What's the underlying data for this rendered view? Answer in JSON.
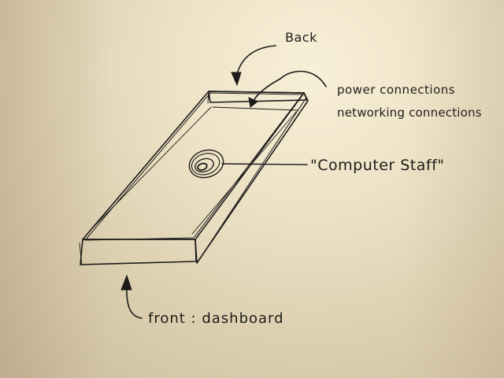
{
  "labels": {
    "back": "Back",
    "power": "power connections",
    "networking": "networking connections",
    "computer": "\"Computer Staff\"",
    "front": "front :  dashboard"
  },
  "colors": {
    "paper": "#e9dec2",
    "ink": "#1b1a18"
  }
}
